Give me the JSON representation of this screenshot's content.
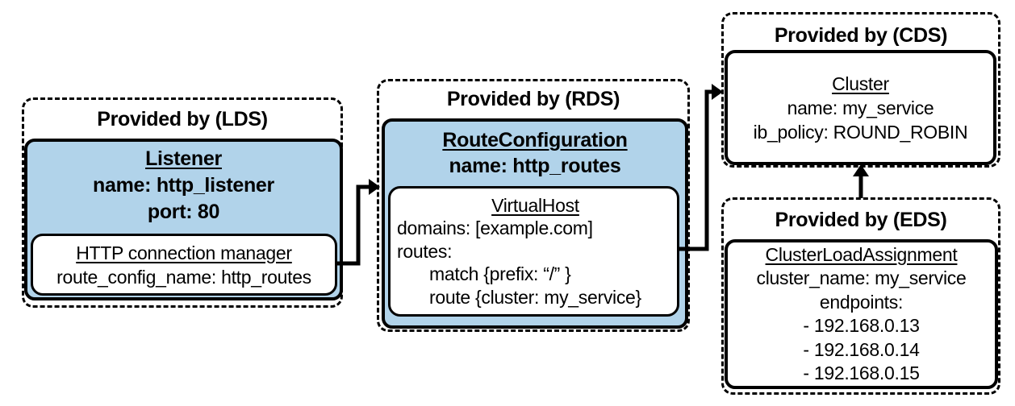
{
  "colors": {
    "node_fill": "#b1d3ea",
    "border": "#000000",
    "background": "#ffffff"
  },
  "lds": {
    "provider_label": "Provided by (LDS)",
    "entity": "Listener",
    "attributes": [
      "name: http_listener",
      "port: 80"
    ],
    "filter": {
      "title": "HTTP connection manager",
      "attributes": [
        "route_config_name: http_routes"
      ]
    }
  },
  "rds": {
    "provider_label": "Provided by (RDS)",
    "entity": "RouteConfiguration",
    "attributes": [
      "name: http_routes"
    ],
    "virtual_host": {
      "title": "VirtualHost",
      "lines": [
        "domains: [example.com]",
        "routes:",
        "match {prefix: “/” }",
        "route {cluster: my_service}"
      ]
    }
  },
  "cds": {
    "provider_label": "Provided by (CDS)",
    "entity": "Cluster",
    "attributes": [
      "name: my_service",
      "ib_policy: ROUND_ROBIN"
    ]
  },
  "eds": {
    "provider_label": "Provided by (EDS)",
    "entity": "ClusterLoadAssignment",
    "attributes": [
      "cluster_name: my_service",
      "endpoints:",
      "- 192.168.0.13",
      "- 192.168.0.14",
      "- 192.168.0.15"
    ]
  }
}
